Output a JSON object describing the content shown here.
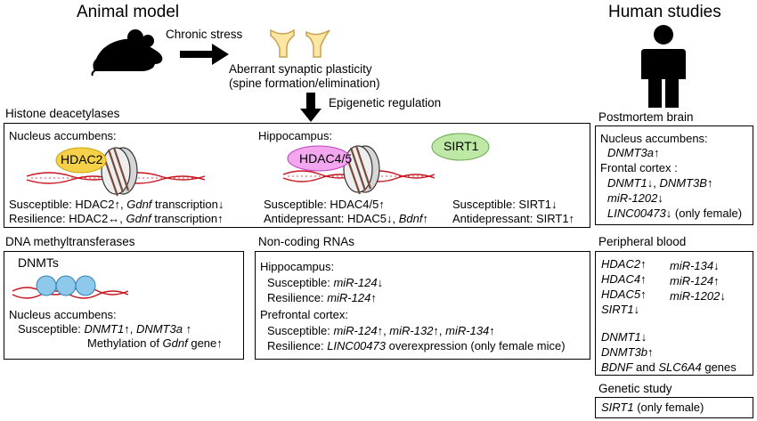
{
  "header": {
    "animal_model": "Animal model",
    "human_studies": "Human studies",
    "chronic_stress": "Chronic stress",
    "aberrant_line1": "Aberrant synaptic plasticity",
    "aberrant_line2": "(spine formation/elimination)",
    "epigenetic_regulation": "Epigenetic regulation"
  },
  "hdac_section": {
    "title": "Histone deacetylases",
    "nac": {
      "heading": "Nucleus accumbens:",
      "enzyme": "HDAC2",
      "susceptible_prefix": "Susceptible: HDAC2↑, ",
      "gene": "Gdnf",
      "susceptible_suffix": " transcription↓",
      "resilience_prefix": "Resilience: HDAC2↔, ",
      "resilience_suffix": " transcription↑"
    },
    "hippocampus": {
      "heading": "Hippocampus:",
      "enzyme": "HDAC4/5",
      "enzyme2": "SIRT1",
      "susceptible": "Susceptible: HDAC4/5↑",
      "antidepressant_prefix": "Antidepressant: HDAC5↓, ",
      "antidepressant_gene": "Bdnf",
      "antidepressant_suffix": "↑",
      "sirt_susceptible": "Susceptible: SIRT1↓",
      "sirt_antidepressant": "Antidepressant: SIRT1↑"
    }
  },
  "dnmt_section": {
    "title": "DNA methyltransferases",
    "label": "DNMTs",
    "heading": "Nucleus accumbens:",
    "susceptible_prefix": "Susceptible: ",
    "dnmt1": "DNMT1",
    "sep": "↑, ",
    "dnmt3a": "DNMT3a",
    "arrow_up": " ↑",
    "methylation_prefix": "Methylation of ",
    "methylation_gene": "Gdnf",
    "methylation_suffix": " gene↑"
  },
  "ncrna_section": {
    "title": "Non-coding RNAs",
    "hippocampus": "Hippocampus:",
    "hip_susceptible_prefix": "Susceptible: ",
    "mir124": "miR-124",
    "down": "↓",
    "up": "↑",
    "hip_resilience_prefix": "Resilience: ",
    "pfc": "Prefrontal cortex:",
    "pfc_susceptible_prefix": "Susceptible: ",
    "mir132": "miR-132",
    "mir134": "miR-134",
    "comma": "↑, ",
    "pfc_resilience_prefix": "Resilience: ",
    "linc": "LINC00473",
    "pfc_resilience_suffix": " overexpression (only female mice)"
  },
  "human": {
    "postmortem_title": "Postmortem brain",
    "nac": "Nucleus accumbens:",
    "dnmt3a": "DNMT3a",
    "up": "↑",
    "down": "↓",
    "frontal": "Frontal cortex :",
    "dnmt1": "DNMT1",
    "comma_down": "↓, ",
    "dnmt3b_caps": "DNMT3B",
    "mir1202": "miR-1202",
    "linc": "LINC00473",
    "only_female": " (only female)",
    "peripheral_title": "Peripheral blood",
    "hdac2": "HDAC2",
    "hdac4": "HDAC4",
    "hdac5": "HDAC5",
    "sirt1": "SIRT1",
    "mir134": "miR-134",
    "mir124": "miR-124",
    "dnmt3b": "DNMT3b",
    "bdnf": "BDNF",
    "and": " and ",
    "slc6a4": "SLC6A4",
    "genes": " genes",
    "genetic_title": "Genetic study",
    "genetic_sirt1": "SIRT1",
    "genetic_female": " (only female)"
  },
  "colors": {
    "hdac2_fill": "#f5d14a",
    "hdac45_fill": "#f2a7ee",
    "sirt1_fill": "#bde8a6",
    "dnmt_fill": "#8ec8ea",
    "dna": "#c8141e",
    "spine_fill": "#fce6a6"
  }
}
